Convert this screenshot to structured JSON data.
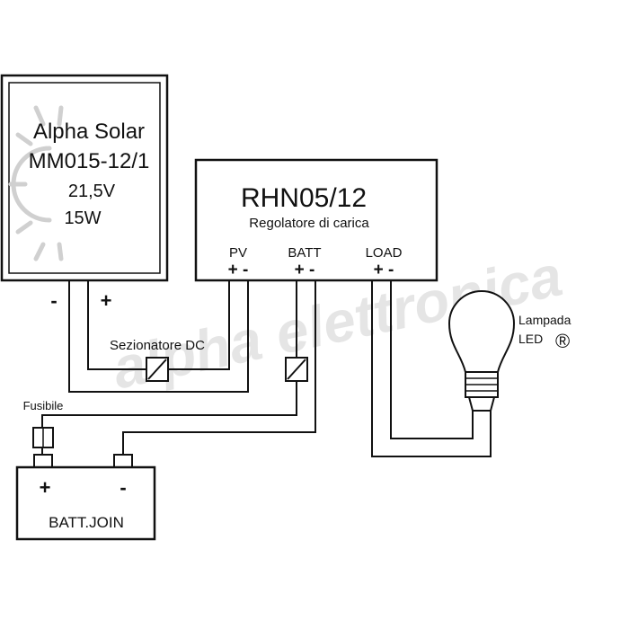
{
  "solar_panel": {
    "brand": "Alpha Solar",
    "model": "MM015-12/1",
    "voltage": "21,5V",
    "power": "15W",
    "terminal_minus": "-",
    "terminal_plus": "+"
  },
  "regulator": {
    "model": "RHN05/12",
    "subtitle": "Regolatore di carica",
    "pv_label": "PV",
    "pv_polarity": "+ -",
    "batt_label": "BATT",
    "batt_polarity": "+ -",
    "load_label": "LOAD",
    "load_polarity": "+ -"
  },
  "dc_disconnector": {
    "label": "Sezionatore DC"
  },
  "lamp": {
    "line1": "Lampada",
    "line2": "LED",
    "mark": "®"
  },
  "fuse": {
    "label": "Fusibile"
  },
  "battery": {
    "label": "BATT.JOIN",
    "plus": "+",
    "minus": "-"
  },
  "watermark": {
    "text": "alpha elettronica"
  }
}
